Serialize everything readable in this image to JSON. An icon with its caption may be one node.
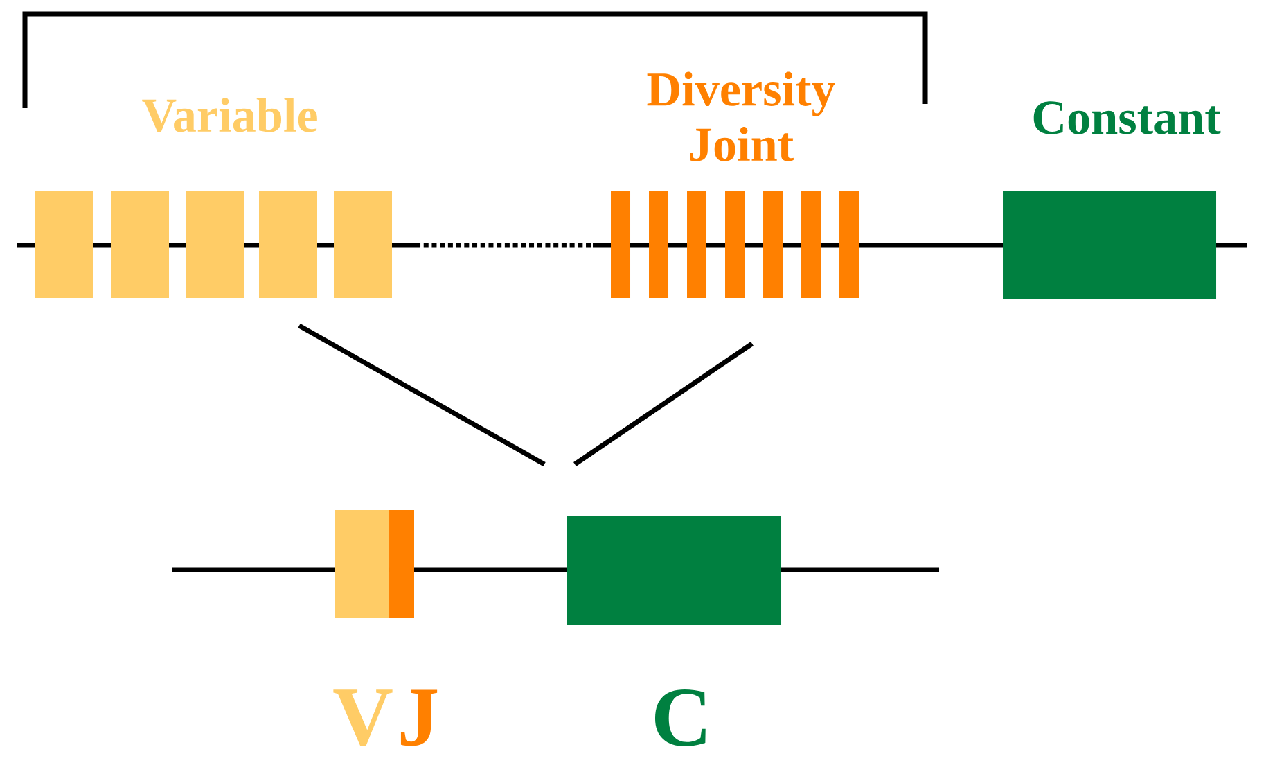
{
  "diagram": {
    "labels": [
      "Variable",
      "Diversity Joint",
      "Constant",
      "V",
      "J",
      "C"
    ]
  }
}
